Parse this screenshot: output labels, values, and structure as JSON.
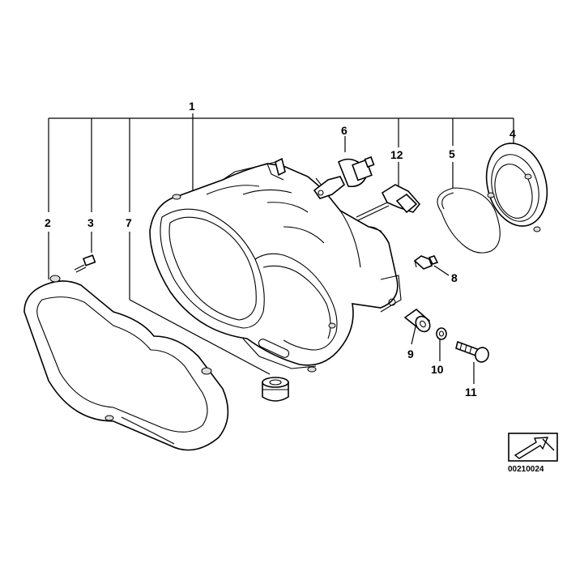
{
  "callouts": {
    "c1": "1",
    "c2": "2",
    "c3": "3",
    "c4": "4",
    "c5": "5",
    "c6": "6",
    "c7": "7",
    "c8": "8",
    "c9": "9",
    "c10": "10",
    "c11": "11",
    "c12": "12"
  },
  "reference_number": "00210024",
  "icon": "arrow-in-box-icon"
}
